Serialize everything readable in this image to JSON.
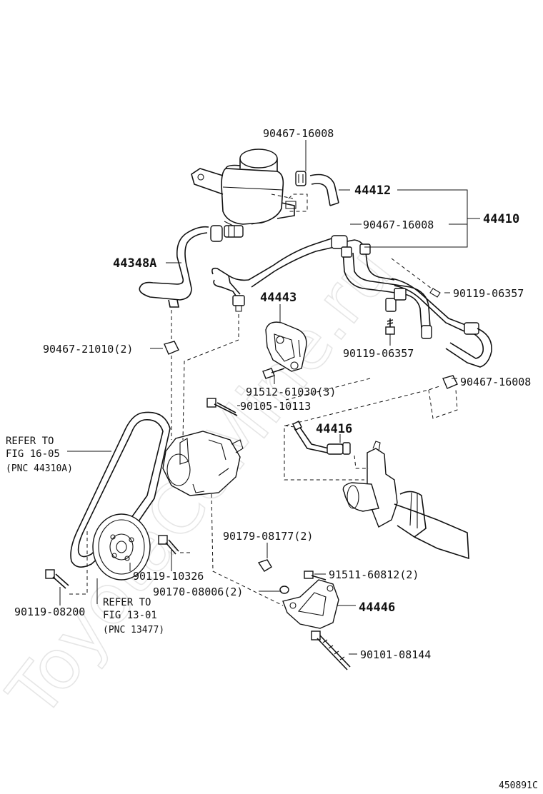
{
  "watermark": "ToyotaCoMine.ru",
  "figure_id": "450891C",
  "labels": {
    "p90467_16008_top": "90467-16008",
    "p44412": "44412",
    "p44410": "44410",
    "p90467_16008_mid": "90467-16008",
    "p44348A": "44348A",
    "p90119_06357_a": "90119-06357",
    "p44443": "44443",
    "p90119_06357_b": "90119-06357",
    "p90467_21010": "90467-21010(2)",
    "p91512_61030": "91512-61030(3)",
    "p90467_16008_right": "90467-16008",
    "p90105_10113": "90105-10113",
    "p44416": "44416",
    "p90179_08177": "90179-08177(2)",
    "p91511_60812": "91511-60812(2)",
    "p90119_10326": "90119-10326",
    "p90170_08006": "90170-08006(2)",
    "p44446": "44446",
    "p90119_08200": "90119-08200",
    "p90101_08144": "90101-08144"
  },
  "refs": {
    "ref1_line1": "REFER TO",
    "ref1_line2": "FIG 16-05",
    "ref1_line3": "(PNC 44310A)",
    "ref2_line1": "REFER TO",
    "ref2_line2": "FIG 13-01",
    "ref2_line3": "(PNC 13477)"
  }
}
